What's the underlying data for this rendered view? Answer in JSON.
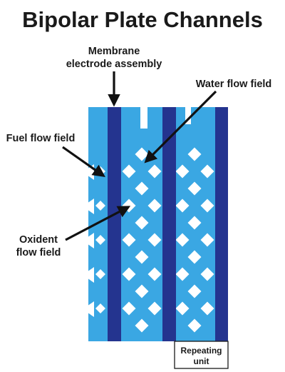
{
  "title": "Bipolar Plate Channels",
  "labels": {
    "membrane_line1": "Membrane",
    "membrane_line2": "electrode assembly",
    "water_flow_field": "Water flow field",
    "fuel_flow_field": "Fuel flow field",
    "oxidant_line1": "Oxident",
    "oxidant_line2": "flow field",
    "repeating_line1": "Repeating",
    "repeating_line2": "unit"
  },
  "colors": {
    "plate_light_blue": "#3aa7e3",
    "membrane_dark_blue": "#24348f",
    "channel_white": "#ffffff",
    "text_dark": "#1a1a1a",
    "arrow": "#111111"
  }
}
